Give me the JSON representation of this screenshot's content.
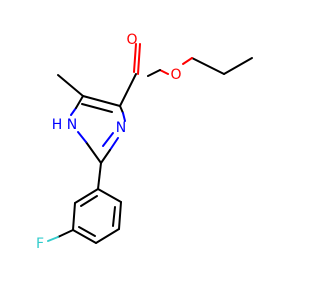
{
  "molecule": {
    "atoms": {
      "o_carbonyl": {
        "label": "O",
        "color": "#ff0000"
      },
      "o_ester": {
        "label": "O",
        "color": "#ff0000"
      },
      "n_imine": {
        "label": "N",
        "color": "#0000ff"
      },
      "n_amine": {
        "label": "N",
        "color": "#0000ff"
      },
      "h_amine": {
        "label": "H",
        "color": "#0000ff"
      },
      "fluorine": {
        "label": "F",
        "color": "#33cccc"
      }
    }
  }
}
